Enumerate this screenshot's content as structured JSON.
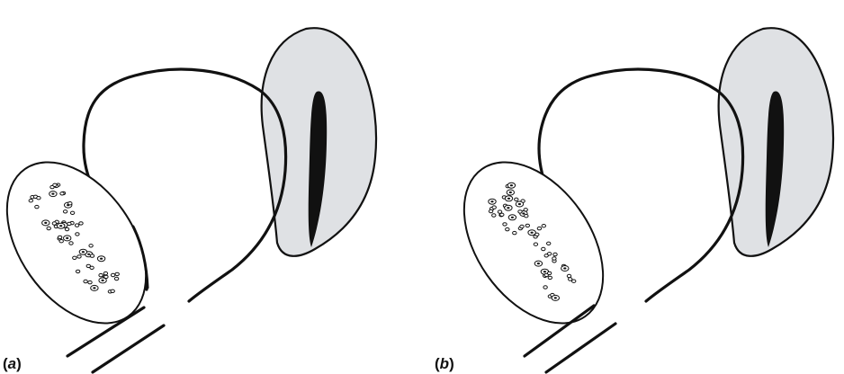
{
  "panels": [
    {
      "id": "a",
      "open_paren": "(",
      "letter": "a",
      "close_paren": ")"
    },
    {
      "id": "b",
      "open_paren": "(",
      "letter": "b",
      "close_paren": ")"
    }
  ],
  "colors": {
    "outline": "#111111",
    "fill_gray": "#dfe1e4",
    "background": "#ffffff"
  }
}
